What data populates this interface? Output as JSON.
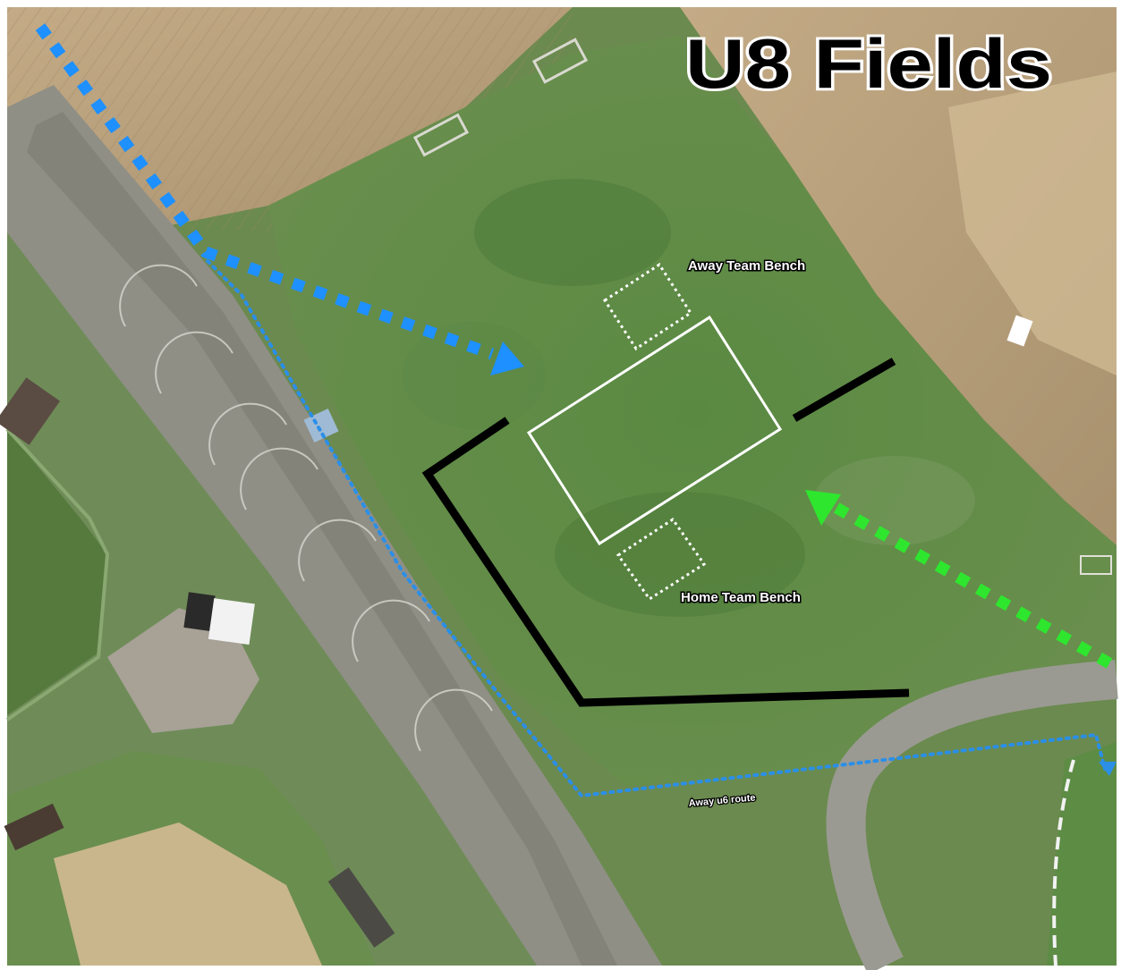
{
  "map": {
    "title": "U8 Fields",
    "labels": {
      "away_bench": "Away Team Bench",
      "home_bench": "Home Team Bench",
      "route": "Away u6 route"
    },
    "colors": {
      "blue_route": "#1e90ff",
      "green_route": "#2ee62e",
      "field_outline": "#ffffff",
      "barrier": "#000000",
      "grass": "#5f8a45",
      "dry_field": "#b8a07c",
      "road": "#8f8f86"
    },
    "icons": [
      "arrow-head-icon",
      "goal-icon",
      "building-icon"
    ]
  }
}
